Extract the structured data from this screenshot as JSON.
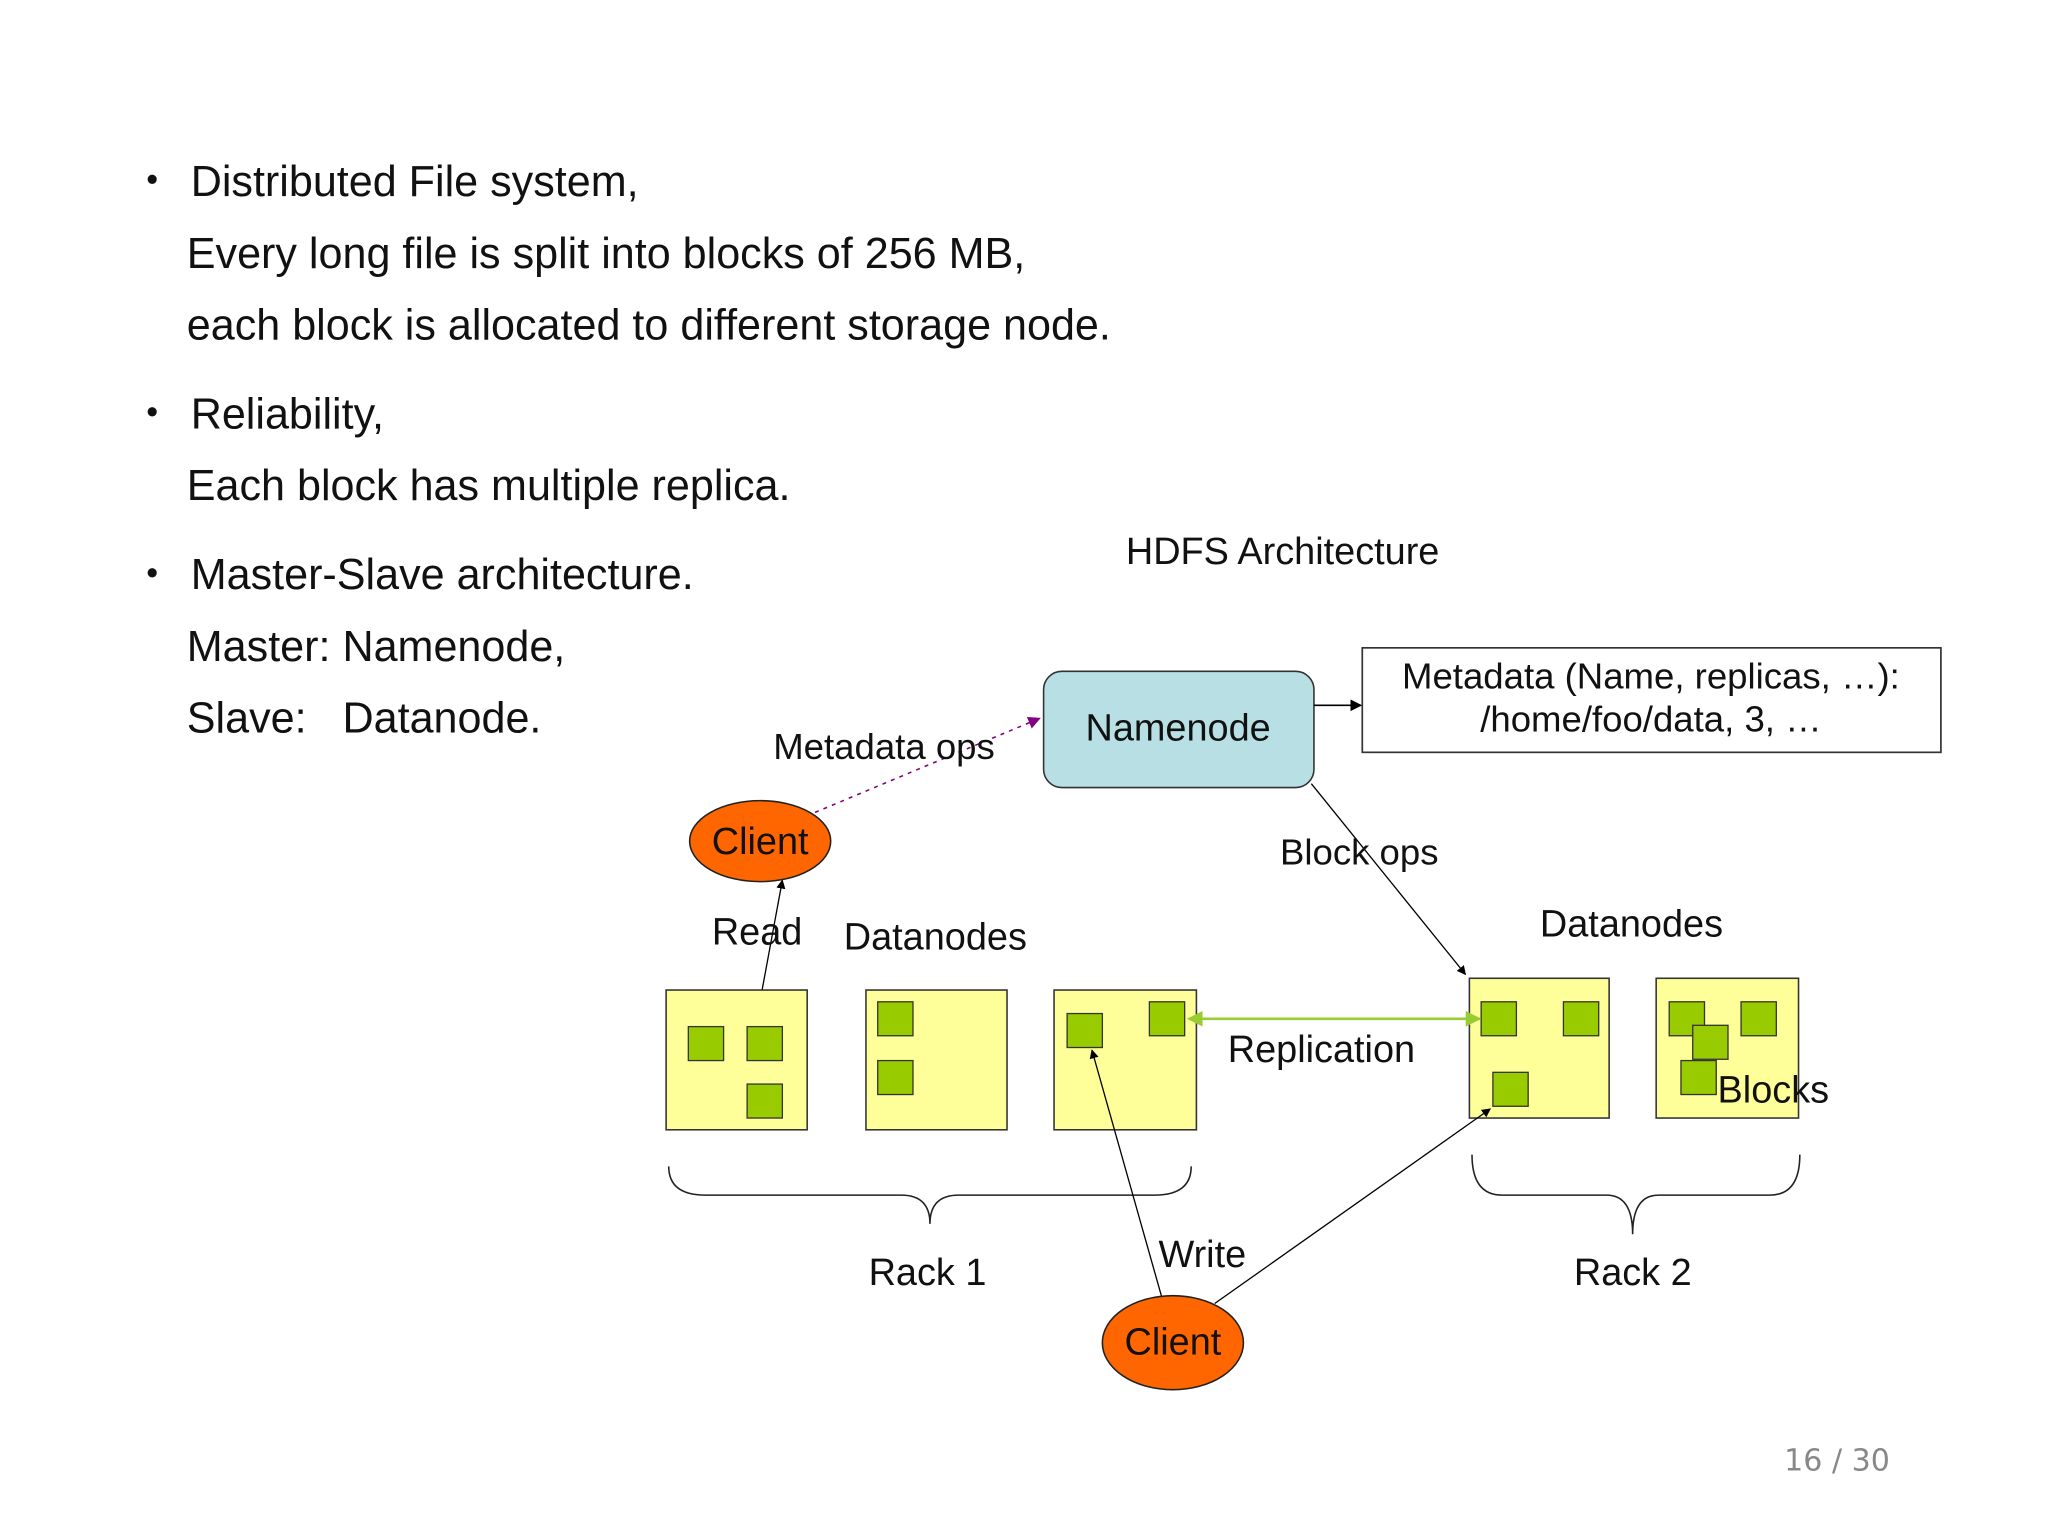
{
  "slide": {
    "bullets": [
      {
        "title": "Distributed File system,",
        "lines": [
          "Every long file is split into blocks of 256 MB,",
          "each block is allocated to different storage node."
        ]
      },
      {
        "title": "Reliability,",
        "lines": [
          "Each block has multiple replica."
        ]
      },
      {
        "title": "Master-Slave architecture.",
        "lines": [
          "Master: Namenode,",
          "Slave:   Datanode."
        ]
      }
    ],
    "bullet_glyph": "•",
    "page": {
      "current": "16",
      "separator": "/",
      "total": "30"
    }
  },
  "diagram": {
    "title": "HDFS Architecture",
    "namenode": "Namenode",
    "metadata_line1": "Metadata (Name, replicas, …):",
    "metadata_line2": "/home/foo/data, 3, …",
    "metadata_ops": "Metadata ops",
    "block_ops": "Block ops",
    "client_read": "Client",
    "client_write": "Client",
    "read": "Read",
    "write": "Write",
    "datanodes_left": "Datanodes",
    "datanodes_right": "Datanodes",
    "replication": "Replication",
    "blocks": "Blocks",
    "rack1": "Rack 1",
    "rack2": "Rack 2",
    "colors": {
      "namenode_fill": "#b8e0e4",
      "client_fill": "#ff6600",
      "datanode_fill": "#ffff99",
      "block_fill": "#99cc00",
      "replication_arrow": "#99cc33",
      "metadata_ops_arrow": "#800080"
    }
  }
}
